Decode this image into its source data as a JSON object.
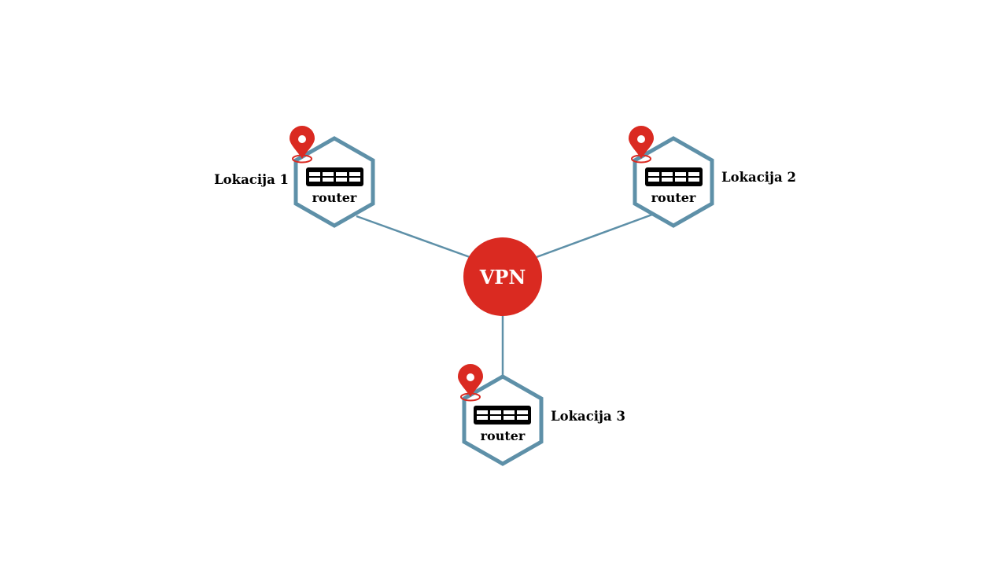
{
  "hub": {
    "label": "VPN",
    "color": "#da2a21"
  },
  "connection_color": "#5e90a8",
  "pin_color": "#da2a21",
  "node_icon": "router-icon",
  "locations": [
    {
      "name": "Lokacija 1",
      "device": "router"
    },
    {
      "name": "Lokacija 2",
      "device": "router"
    },
    {
      "name": "Lokacija 3",
      "device": "router"
    }
  ]
}
